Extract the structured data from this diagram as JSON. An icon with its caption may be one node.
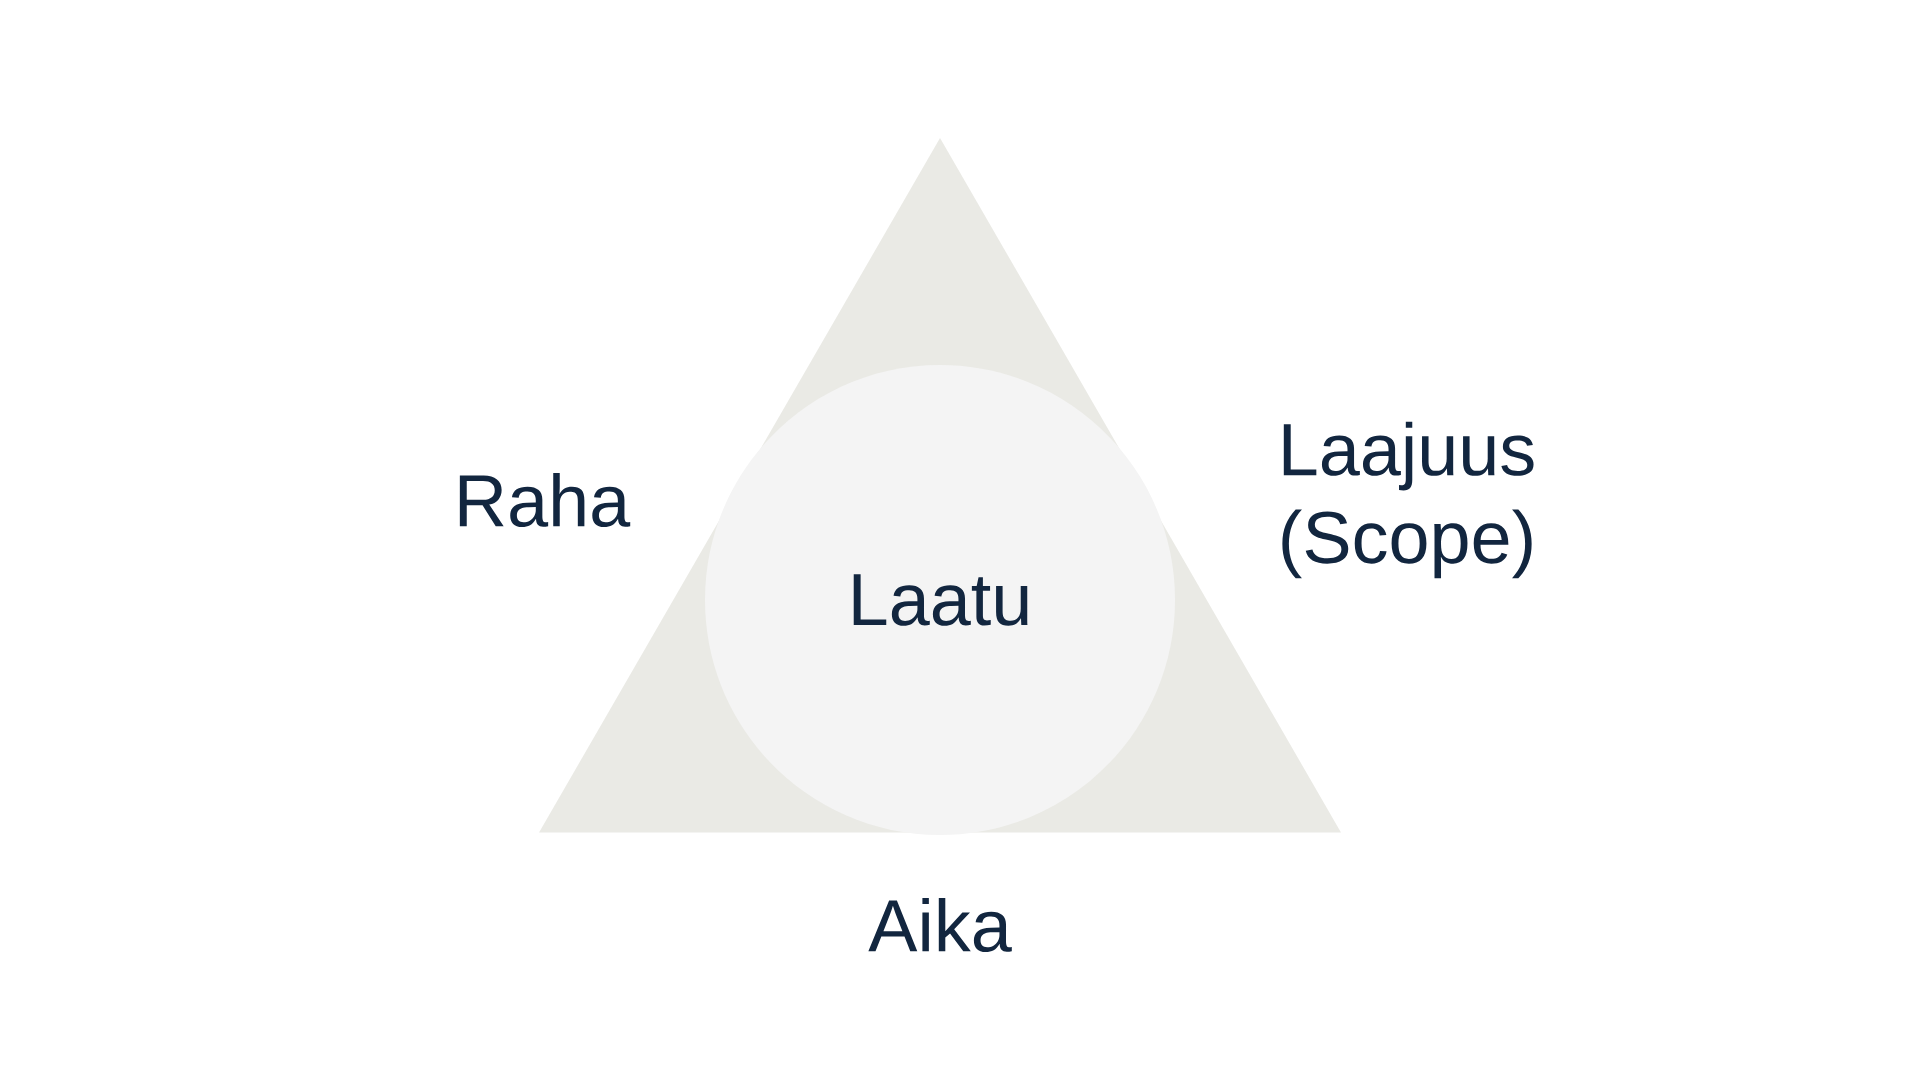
{
  "diagram": {
    "nodes": [
      {
        "text": [],
        "shape": "triangle",
        "beside": [
          "Raha",
          "Laajuus (Scope)",
          "Aika"
        ]
      },
      {
        "text": [
          "Laatu"
        ],
        "in": 0
      }
    ]
  }
}
